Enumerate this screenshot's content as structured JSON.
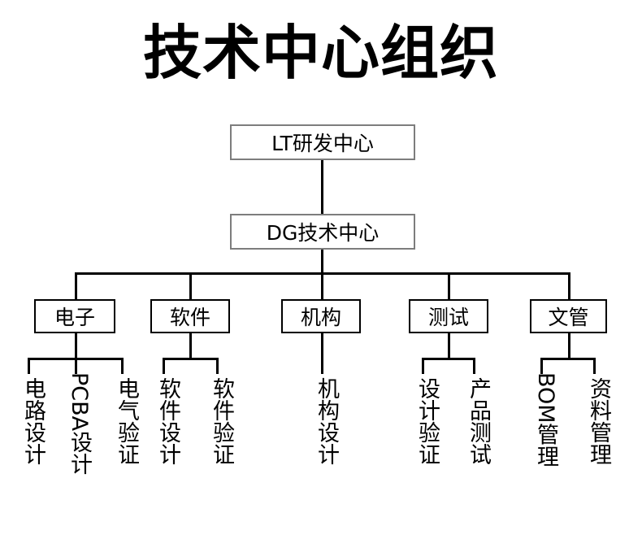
{
  "title": "技术中心组织",
  "colors": {
    "background": "#ffffff",
    "text": "#000000",
    "top_box_border": "#7d7d7d",
    "dept_box_border": "#000000",
    "connector": "#000000"
  },
  "chart_data": {
    "type": "diagram",
    "diagram_type": "organization-chart",
    "orientation": "top-down",
    "title": "技术中心组织",
    "levels": 4,
    "nodes": [
      {
        "id": "lt",
        "label": "LT研发中心",
        "level": 1,
        "parent": null
      },
      {
        "id": "dg",
        "label": "DG技术中心",
        "level": 2,
        "parent": "lt"
      },
      {
        "id": "d1",
        "label": "电子",
        "level": 3,
        "parent": "dg"
      },
      {
        "id": "d2",
        "label": "软件",
        "level": 3,
        "parent": "dg"
      },
      {
        "id": "d3",
        "label": "机构",
        "level": 3,
        "parent": "dg"
      },
      {
        "id": "d4",
        "label": "测试",
        "level": 3,
        "parent": "dg"
      },
      {
        "id": "d5",
        "label": "文管",
        "level": 3,
        "parent": "dg"
      },
      {
        "id": "l1a",
        "label": "电路设计",
        "level": 4,
        "parent": "d1"
      },
      {
        "id": "l1b",
        "label": "PCBA设计",
        "level": 4,
        "parent": "d1"
      },
      {
        "id": "l1c",
        "label": "电气验证",
        "level": 4,
        "parent": "d1"
      },
      {
        "id": "l2a",
        "label": "软件设计",
        "level": 4,
        "parent": "d2"
      },
      {
        "id": "l2b",
        "label": "软件验证",
        "level": 4,
        "parent": "d2"
      },
      {
        "id": "l3a",
        "label": "机构设计",
        "level": 4,
        "parent": "d3"
      },
      {
        "id": "l4a",
        "label": "设计验证",
        "level": 4,
        "parent": "d4"
      },
      {
        "id": "l4b",
        "label": "产品测试",
        "level": 4,
        "parent": "d4"
      },
      {
        "id": "l5a",
        "label": "BOM管理",
        "level": 4,
        "parent": "d5"
      },
      {
        "id": "l5b",
        "label": "资料管理",
        "level": 4,
        "parent": "d5"
      }
    ]
  },
  "root": {
    "label": "LT研发中心"
  },
  "center": {
    "label": "DG技术中心"
  },
  "departments": [
    {
      "label": "电子",
      "children": [
        {
          "label": "电路设计"
        },
        {
          "label": "PCBA设计"
        },
        {
          "label": "电气验证"
        }
      ]
    },
    {
      "label": "软件",
      "children": [
        {
          "label": "软件设计"
        },
        {
          "label": "软件验证"
        }
      ]
    },
    {
      "label": "机构",
      "children": [
        {
          "label": "机构设计"
        }
      ]
    },
    {
      "label": "测试",
      "children": [
        {
          "label": "设计验证"
        },
        {
          "label": "产品测试"
        }
      ]
    },
    {
      "label": "文管",
      "children": [
        {
          "label": "BOM管理"
        },
        {
          "label": "资料管理"
        }
      ]
    }
  ]
}
